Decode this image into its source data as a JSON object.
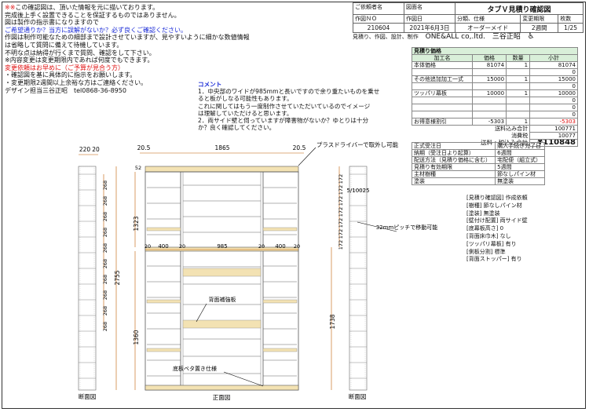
{
  "notice": {
    "lines": [
      {
        "text": "※※この確認図は、頂いた情報を元に描いております。",
        "color": "black",
        "prefix": "※※"
      },
      {
        "text": "完成後上手く設置できることを保証するものではありません。"
      },
      {
        "text": "図は製作の指示書になりますので"
      },
      {
        "text": "ご希望通りか？当方に誤解がないか？必ず良くご確認ください。",
        "color": "blue"
      },
      {
        "text": "作図は制作可能なための細部まで設計させていますが、見やすいように細かな数値情報"
      },
      {
        "text": "は省略して質問に備えて待機しています。"
      },
      {
        "text": "不明な点は納得が行くまで質問、確認をして下さい。"
      },
      {
        "text": "※内容変更は変更期限内であれば何度でもできます。"
      },
      {
        "text": "変更依頼はお早めに（ご予算が見合う方）",
        "color": "red"
      },
      {
        "text": "・確認図を基に具体的に指示をお願いします。"
      },
      {
        "text": "・変更期限2週間以上余裕な方はご連絡ください。"
      },
      {
        "text": "デザイン担当三谷正昭　tel0868-36-8950"
      }
    ]
  },
  "header": {
    "labels": {
      "customer": "ご依頼者名",
      "doc_name": "図面名",
      "no": "作図ＮＯ",
      "date": "作図日",
      "category": "分類、仕様",
      "change_limit": "変更期限",
      "page": "枚数"
    },
    "doc_title": "タブＶ見積り確認図",
    "no": "210604",
    "date": "2021年6月3日",
    "category": "オーダーメイド",
    "change_limit": "2週間",
    "page": "1/25",
    "company_note": "見積り、作図、設計、制作",
    "company": "ONE&ALL co,.ltd.",
    "designer": "三谷正昭"
  },
  "estimate": {
    "title": "見積り価格",
    "columns": [
      "加工名",
      "価格",
      "数量",
      "小計"
    ],
    "rows": [
      {
        "name": "本体価格",
        "price": "81074",
        "qty": "1",
        "sub": "81074"
      },
      {
        "name": "",
        "price": "",
        "qty": "",
        "sub": "0"
      },
      {
        "name": "その他追加加工一式",
        "price": "15000",
        "qty": "1",
        "sub": "15000"
      },
      {
        "name": "",
        "price": "",
        "qty": "",
        "sub": "0"
      },
      {
        "name": "ツッパリ幕板",
        "price": "10000",
        "qty": "1",
        "sub": "10000"
      },
      {
        "name": "",
        "price": "",
        "qty": "",
        "sub": "0"
      },
      {
        "name": "",
        "price": "",
        "qty": "",
        "sub": "0"
      },
      {
        "name": "",
        "price": "",
        "qty": "",
        "sub": "0"
      },
      {
        "name": "お得意様割引",
        "price": "-5303",
        "qty": "1",
        "sub": "-5303"
      }
    ],
    "subtotal_label": "送料込み合計",
    "subtotal": "100771",
    "tax_label": "消費税",
    "tax": "10077",
    "total_label": "送料・税込み合計",
    "total": "¥110848"
  },
  "spec": [
    {
      "k": "正式受注日",
      "v": "購入手続き完了日"
    },
    {
      "k": "納期（受注日より起算）",
      "v": "6週間"
    },
    {
      "k": "配送方法（見積り価格に含む）",
      "v": "宅配便（組立式）"
    },
    {
      "k": "見積り有効期限",
      "v": "5週間"
    },
    {
      "k": "主材樹種",
      "v": "節なしパイン材"
    },
    {
      "k": "塗装",
      "v": "無塗装"
    }
  ],
  "comment": {
    "title": "コメント",
    "lines": [
      "1．中央部のワイドが985mmと長いですので余り重たいものを乗せ",
      "ると板がしなる可能性もあります。",
      "これに関してはもう一度制作させていただいているのでイメージ",
      "は理解していただけると思います。",
      "2．両サイド壁と伺っていますが障害物がないか？ゆとりは十分",
      "か？良く確認してください。"
    ]
  },
  "info": {
    "lines": [
      "[見積り確認図] 作成依頼",
      "[樹種] 節なしパイン材",
      "[塗装] 無塗装",
      "[壁付け配置] 両サイド壁",
      "[底幕板高さ] 0",
      "[背面床巾木] なし",
      "[ツッパリ幕板] 有り",
      "[側板分割] 標準",
      "[背面ストッパー] 有り"
    ]
  },
  "drawing": {
    "labels": {
      "brass_driver": "プラスドライバーで取外し可能",
      "pitch": "32mmピッチで移動可能",
      "back_reinforce": "背面補強板",
      "base": "底板ベタ置き仕様",
      "side_left": "断面図",
      "front": "正面図",
      "side_right": "断面図"
    },
    "dims": {
      "top_left": "20.5",
      "top_width": "1865",
      "top_right": "20.5",
      "side_w": "220",
      "side_t": "20",
      "height_total": "2755",
      "upper": "1323",
      "lower": "1360",
      "lower_right": "1738",
      "mid_left": "400",
      "mid_center": "985",
      "mid_right": "400",
      "t20": "20",
      "top_panel": "52",
      "shelf_spacings": [
        "268",
        "268",
        "268",
        "268",
        "268",
        "268",
        "268",
        "268",
        "268",
        "268"
      ],
      "right_spacings": [
        "172",
        "172",
        "172",
        "172",
        "172",
        "172",
        "172"
      ],
      "right_note": "5/10025"
    }
  }
}
